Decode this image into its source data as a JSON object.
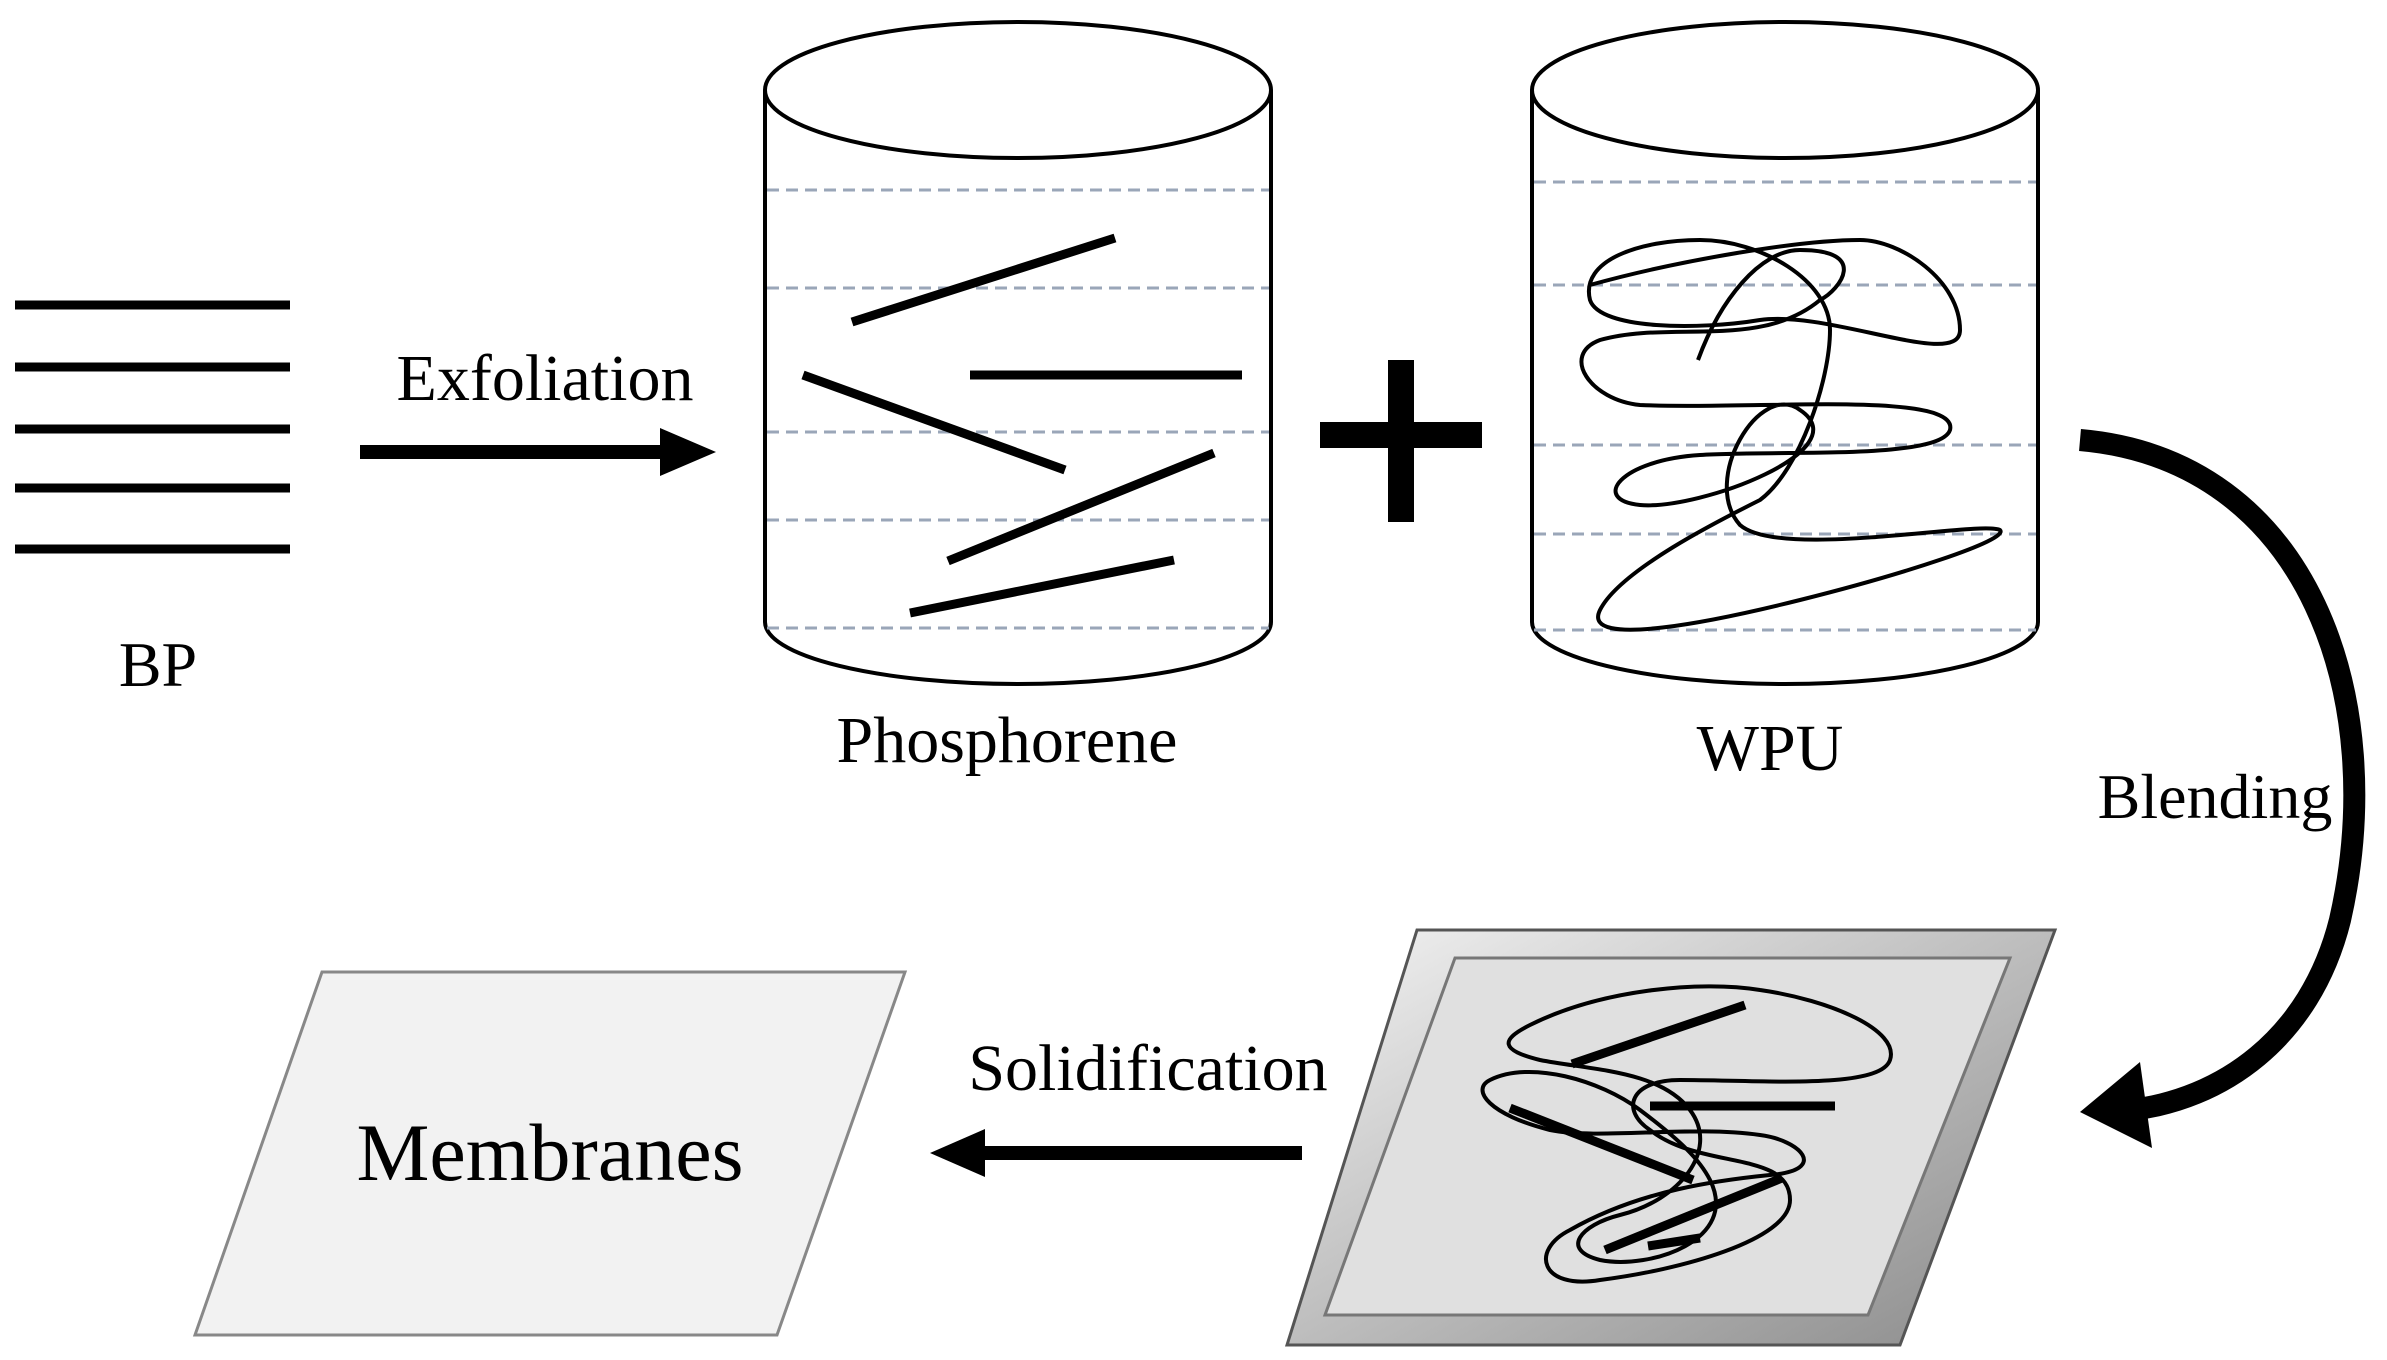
{
  "labels": {
    "bp": "BP",
    "exfoliation": "Exfoliation",
    "phosphorene": "Phosphorene",
    "wpu": "WPU",
    "blending": "Blending",
    "solidification": "Solidification",
    "membranes": "Membranes"
  },
  "colors": {
    "ink": "#000000",
    "liquid_lines": "#9aa6b8",
    "membrane_fill": "#f2f2f2",
    "tray_frame": "#c8c8c8",
    "tray_inner": "#e0e0e0"
  }
}
